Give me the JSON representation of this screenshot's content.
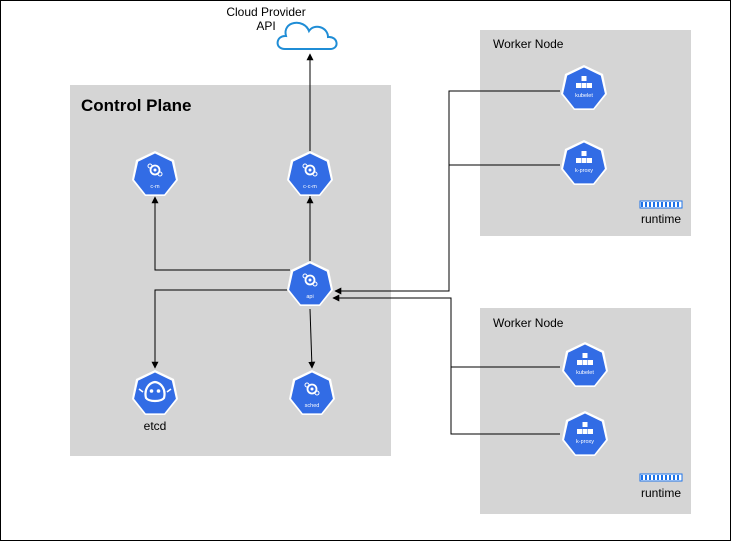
{
  "diagram": {
    "cloud": {
      "line1": "Cloud Provider",
      "line2": "API"
    },
    "control_plane": {
      "title": "Control Plane",
      "components": {
        "cm": "c-m",
        "ccm": "c-c-m",
        "api": "api",
        "etcd": "etcd",
        "sched": "sched"
      }
    },
    "worker_nodes": [
      {
        "title": "Worker Node",
        "kubelet": "kubelet",
        "kproxy": "k-proxy",
        "runtime": "runtime"
      },
      {
        "title": "Worker Node",
        "kubelet": "kubelet",
        "kproxy": "k-proxy",
        "runtime": "runtime"
      }
    ],
    "colors": {
      "k8s_blue": "#326CE5",
      "region_gray": "#D5D5D5",
      "cloud_stroke": "#1F8DD6",
      "runtime_blue": "#1E73E8"
    }
  }
}
